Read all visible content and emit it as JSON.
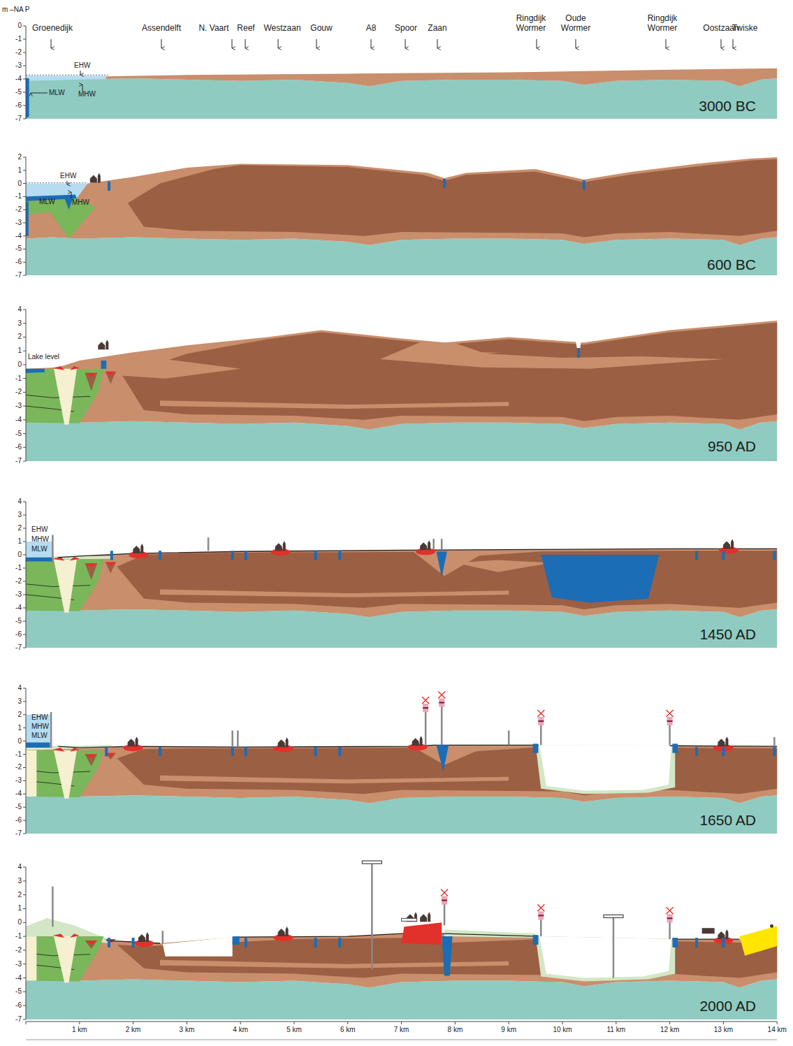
{
  "diagram": {
    "labels": [
      "m –NA P",
      "Groenedijk",
      "Assendelft",
      "N. Vaart",
      "Reef",
      "Westzaan",
      "Gouw",
      "A8",
      "Spoor",
      "Zaan",
      "Ringdijk Wormer",
      "Oude Wormer",
      "Ringdijk Wormer",
      "Oostzaan",
      "Twiske",
      "0",
      "-1",
      "-2",
      "-3",
      "-4",
      "-5",
      "-6",
      "-7",
      "EHW",
      "MHW",
      "MLW",
      "3000 BC",
      "2",
      "1",
      "0",
      "-1",
      "-2",
      "-3",
      "-4",
      "-5",
      "-6",
      "-7",
      "EHW",
      "MLW",
      "MHW",
      "600 BC",
      "4",
      "3",
      "2",
      "1",
      "0",
      "-1",
      "-2",
      "-3",
      "-4",
      "-5",
      "-6",
      "-7",
      "Lake level",
      "950 AD",
      "4",
      "3",
      "2",
      "1",
      "0",
      "-1",
      "-2",
      "-3",
      "-4",
      "-5",
      "-6",
      "-7",
      "EHW",
      "MHW",
      "MLW",
      "1450 AD",
      "4",
      "3",
      "2",
      "1",
      "0",
      "-1",
      "-2",
      "-3",
      "-4",
      "-5",
      "-6",
      "-7",
      "EHW",
      "MHW",
      "MLW",
      "1650 AD",
      "4",
      "3",
      "2",
      "1",
      "0",
      "-1",
      "-2",
      "-3",
      "-4",
      "-5",
      "-6",
      "-7",
      "2000 AD",
      "1 km",
      "2 km",
      "3 km",
      "4 km",
      "5 km",
      "6 km",
      "7 km",
      "8 km",
      "9 km",
      "10 km",
      "11 km",
      "12 km",
      "13 km",
      "14 km"
    ]
  }
}
